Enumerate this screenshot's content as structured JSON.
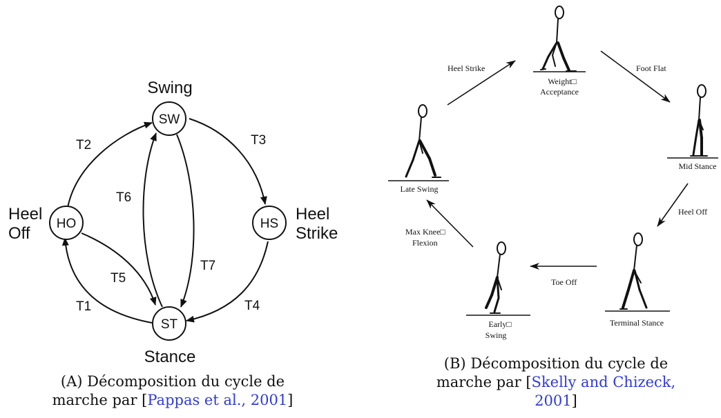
{
  "panel_a": {
    "states": [
      {
        "abbr": "SW",
        "label_lines": [
          "Swing"
        ]
      },
      {
        "abbr": "HO",
        "label_lines": [
          "Heel",
          "Off"
        ]
      },
      {
        "abbr": "HS",
        "label_lines": [
          "Heel",
          "Strike"
        ]
      },
      {
        "abbr": "ST",
        "label_lines": [
          "Stance"
        ]
      }
    ],
    "transitions": [
      {
        "id": "T1",
        "from": "ST",
        "to": "HO"
      },
      {
        "id": "T2",
        "from": "HO",
        "to": "SW"
      },
      {
        "id": "T3",
        "from": "SW",
        "to": "HS"
      },
      {
        "id": "T4",
        "from": "HS",
        "to": "ST"
      },
      {
        "id": "T5",
        "from": "HO",
        "to": "ST"
      },
      {
        "id": "T6",
        "from": "ST",
        "to": "SW"
      },
      {
        "id": "T7",
        "from": "SW",
        "to": "ST"
      }
    ],
    "caption": {
      "label": "(A)",
      "line1": "Décomposition du cycle de",
      "line2_text": "marche par [",
      "citation": "Pappas et al., 2001",
      "close": "]"
    }
  },
  "panel_b": {
    "phases": [
      {
        "id": "weight-acceptance",
        "label_lines": [
          "Weight□",
          "Acceptance"
        ]
      },
      {
        "id": "mid-stance",
        "label_lines": [
          "Mid Stance"
        ]
      },
      {
        "id": "terminal-stance",
        "label_lines": [
          "Terminal Stance"
        ]
      },
      {
        "id": "early-swing",
        "label_lines": [
          "Early□",
          "Swing"
        ]
      },
      {
        "id": "late-swing",
        "label_lines": [
          "Late Swing"
        ]
      }
    ],
    "events": [
      {
        "id": "foot-flat",
        "label_lines": [
          "Foot Flat"
        ]
      },
      {
        "id": "heel-off",
        "label_lines": [
          "Heel Off"
        ]
      },
      {
        "id": "toe-off",
        "label_lines": [
          "Toe Off"
        ]
      },
      {
        "id": "max-knee-flexion",
        "label_lines": [
          "Max Knee□",
          "Flexion"
        ]
      },
      {
        "id": "heel-strike",
        "label_lines": [
          "Heel Strike"
        ]
      }
    ],
    "caption": {
      "label": "(B)",
      "line1": "Décomposition du cycle de",
      "line2_text": "marche par [",
      "citation_part1": "Skelly and Chizeck,",
      "citation_part2": "2001",
      "close": "]"
    }
  }
}
